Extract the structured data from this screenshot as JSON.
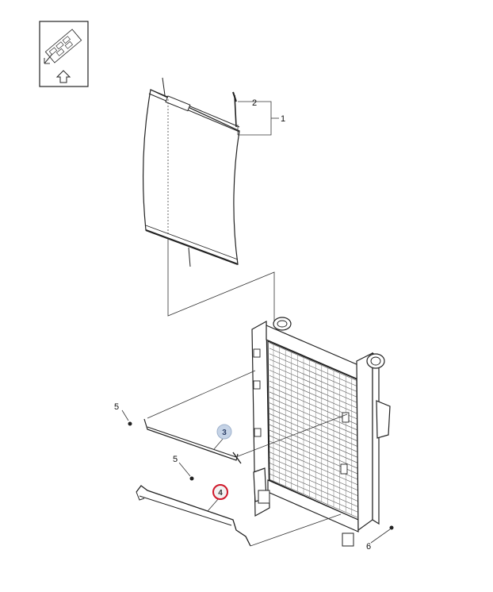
{
  "labels": {
    "part1": "1",
    "part2": "2",
    "part3": "3",
    "part4": "4",
    "part5a": "5",
    "part5b": "5",
    "part6": "6"
  },
  "colors": {
    "callout3_fill": "#c5d3e6",
    "callout3_stroke": "#9fb2cc",
    "callout4_stroke": "#d0192b",
    "callout4_fill": "#f2f2f2",
    "line": "#222222"
  },
  "icons": {
    "orientation_icon": "front-arrow-icon"
  }
}
